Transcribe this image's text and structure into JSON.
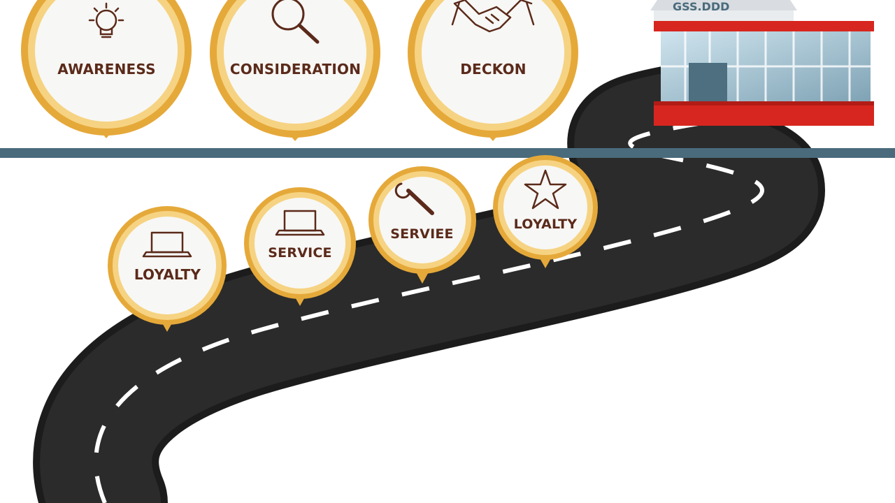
{
  "colors": {
    "gold": "#e5a93a",
    "gold_light": "#f6d382",
    "label": "#5b2a1a",
    "divider": "#4a6b7c",
    "road": "#1c1c1c",
    "road_line": "#ffffff",
    "store_red": "#d7261f"
  },
  "store": {
    "sign": "GSS.DDD"
  },
  "stages_top": [
    {
      "label": "AWARENESS",
      "icon": "lightbulb-icon"
    },
    {
      "label": "CONSIDERATION",
      "icon": "magnifier-icon"
    },
    {
      "label": "DECKON",
      "icon": "handshake-icon"
    }
  ],
  "stages_bottom": [
    {
      "label": "LOYALTY",
      "icon": "laptop-icon"
    },
    {
      "label": "SERVICE",
      "icon": "laptop-icon"
    },
    {
      "label": "SERVIEE",
      "icon": "wrench-icon"
    },
    {
      "label": "LOYALTY",
      "icon": "star-icon"
    }
  ]
}
